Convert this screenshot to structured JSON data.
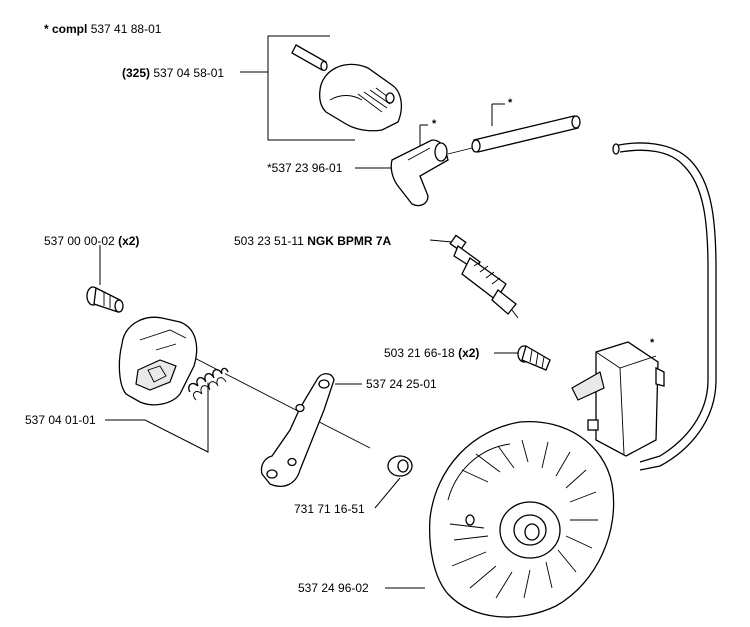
{
  "header": {
    "marker": "* compl",
    "number": "537 41 88-01"
  },
  "labels": {
    "cap": {
      "prefix": "(325)",
      "number": "537 04 58-01"
    },
    "boot": {
      "number": "*537 23 96-01"
    },
    "spark_plug": {
      "number": "503 23 51-11",
      "suffix": "NGK BPMR 7A"
    },
    "screw_pawl": {
      "number": "537 00 00-02",
      "suffix": "(x2)"
    },
    "screw_module": {
      "number": "503 21 66-18",
      "suffix": "(x2)"
    },
    "plate": {
      "number": "537 24 25-01"
    },
    "pawl": {
      "number": "537 04 01-01"
    },
    "washer": {
      "number": "731 71 16-51"
    },
    "flywheel": {
      "number": "537 24 96-02"
    }
  },
  "markers": {
    "ht_lead": "*",
    "boot": "*",
    "ignition_module": "*"
  }
}
